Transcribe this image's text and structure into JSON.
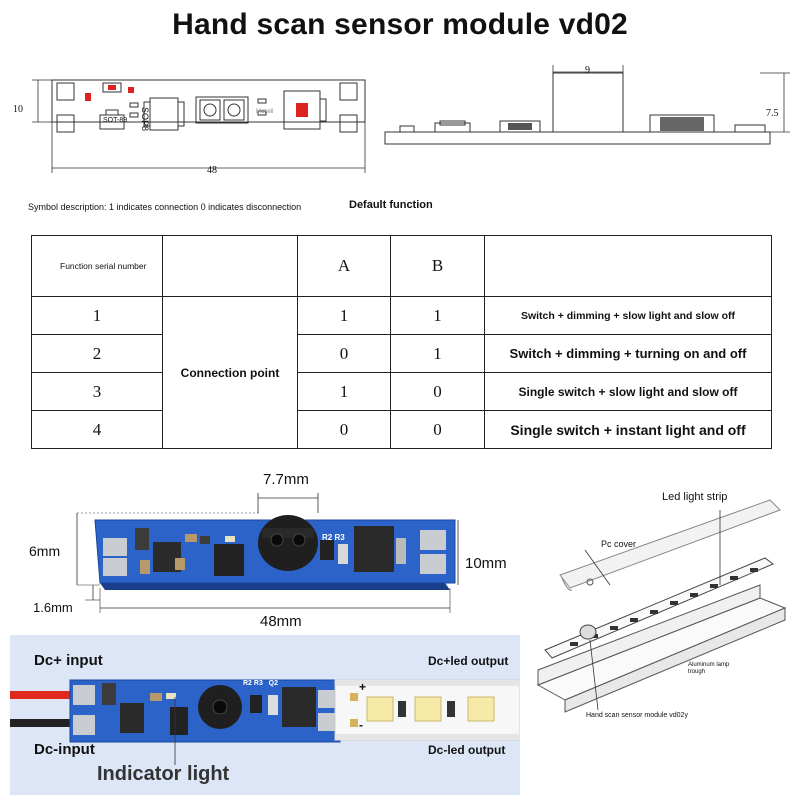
{
  "title": "Hand scan sensor module vd02",
  "top_drawing": {
    "dim_height": "10",
    "dim_length": "48",
    "chip1": "SOT-89",
    "chip2": "SOP8",
    "brand_mark": "Mokell",
    "side_dim_width": "9",
    "side_dim_height": "7.5"
  },
  "symbol_description": "Symbol description: 1 indicates connection 0 indicates disconnection",
  "default_function": "Default function",
  "table": {
    "header": {
      "function_serial": "Function serial number",
      "col_a": "A",
      "col_b": "B"
    },
    "merged_label": "Connection point",
    "rows": [
      {
        "num": "1",
        "a": "1",
        "b": "1",
        "desc": "Switch + dimming + slow light and slow off"
      },
      {
        "num": "2",
        "a": "0",
        "b": "1",
        "desc": "Switch + dimming + turning on and off"
      },
      {
        "num": "3",
        "a": "1",
        "b": "0",
        "desc": "Single switch + slow light and slow off"
      },
      {
        "num": "4",
        "a": "0",
        "b": "0",
        "desc": "Single switch + instant light and off"
      }
    ]
  },
  "photo": {
    "dim_sensor": "7.7mm",
    "dim_height": "6mm",
    "dim_pcb": "1.6mm",
    "dim_width": "10mm",
    "dim_length": "48mm",
    "silk_r2r3": "R2 R3"
  },
  "install": {
    "led_strip": "Led light strip",
    "pc_cover": "Pc cover",
    "aluminum": "Aluminum lamp trough",
    "module": "Hand scan sensor module vd02y"
  },
  "wiring": {
    "dc_plus_input": "Dc+ input",
    "dc_minus_input": "Dc-input",
    "dc_plus_led": "Dc+led output",
    "dc_minus_led": "Dc-led output",
    "indicator": "Indicator light",
    "silk_labels": "R2 R3   Q2",
    "plus": "+",
    "minus": "-"
  },
  "colors": {
    "pcb_blue": "#2c63c9",
    "panel_bg": "#dde6f7",
    "wire_red": "#e0281e",
    "wire_black": "#222222",
    "led_yellow": "#f7e9a8"
  }
}
